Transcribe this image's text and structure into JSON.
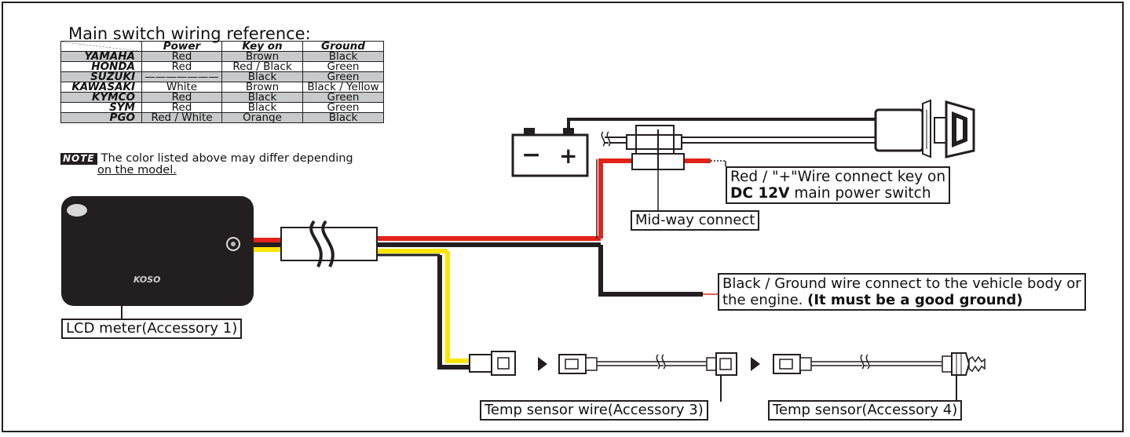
{
  "table": {
    "title": "Main switch wiring reference:",
    "headers": [
      "Power",
      "Key on",
      "Ground"
    ],
    "rows": [
      {
        "brand": "YAMAHA",
        "power": "Red",
        "key_on": "Brown",
        "ground": "Black"
      },
      {
        "brand": "HONDA",
        "power": "Red",
        "key_on": "Red / Black",
        "ground": "Green"
      },
      {
        "brand": "SUZUKI",
        "power": "———————",
        "key_on": "Black",
        "ground": "Green"
      },
      {
        "brand": "KAWASAKI",
        "power": "White",
        "key_on": "Brown",
        "ground": "Black / Yellow"
      },
      {
        "brand": "KYMCO",
        "power": "Red",
        "key_on": "Black",
        "ground": "Green"
      },
      {
        "brand": "SYM",
        "power": "Red",
        "key_on": "Black",
        "ground": "Green"
      },
      {
        "brand": "PGO",
        "power": "Red / White",
        "key_on": "Orange",
        "ground": "Black"
      }
    ]
  },
  "note": {
    "badge": "NOTE",
    "line1": "The color listed above may differ depending",
    "line2": "on the model."
  },
  "labels": {
    "red_wire_prefix": "Red / \"+\"Wire connect key on",
    "red_wire_bold": "DC 12V",
    "red_wire_suffix": "main power switch",
    "midway": "Mid-way connect",
    "black_wire_line1": "Black / Ground wire connect to the vehicle body or",
    "black_wire_line2_prefix": "the engine.",
    "black_wire_line2_bold": "(It must be a good ground)",
    "lcd_meter": "LCD meter(Accessory 1)",
    "temp_wire": "Temp sensor wire(Accessory 3)",
    "temp_sensor": "Temp sensor(Accessory 4)",
    "device_logo": "KOSO",
    "battery_minus": "−",
    "battery_plus": "+"
  },
  "colors": {
    "wire_red": "#e2231a",
    "wire_black": "#231f20",
    "wire_yellow": "#ffe500",
    "table_shade": "#c8c9ca",
    "device_body": "#231f20"
  }
}
